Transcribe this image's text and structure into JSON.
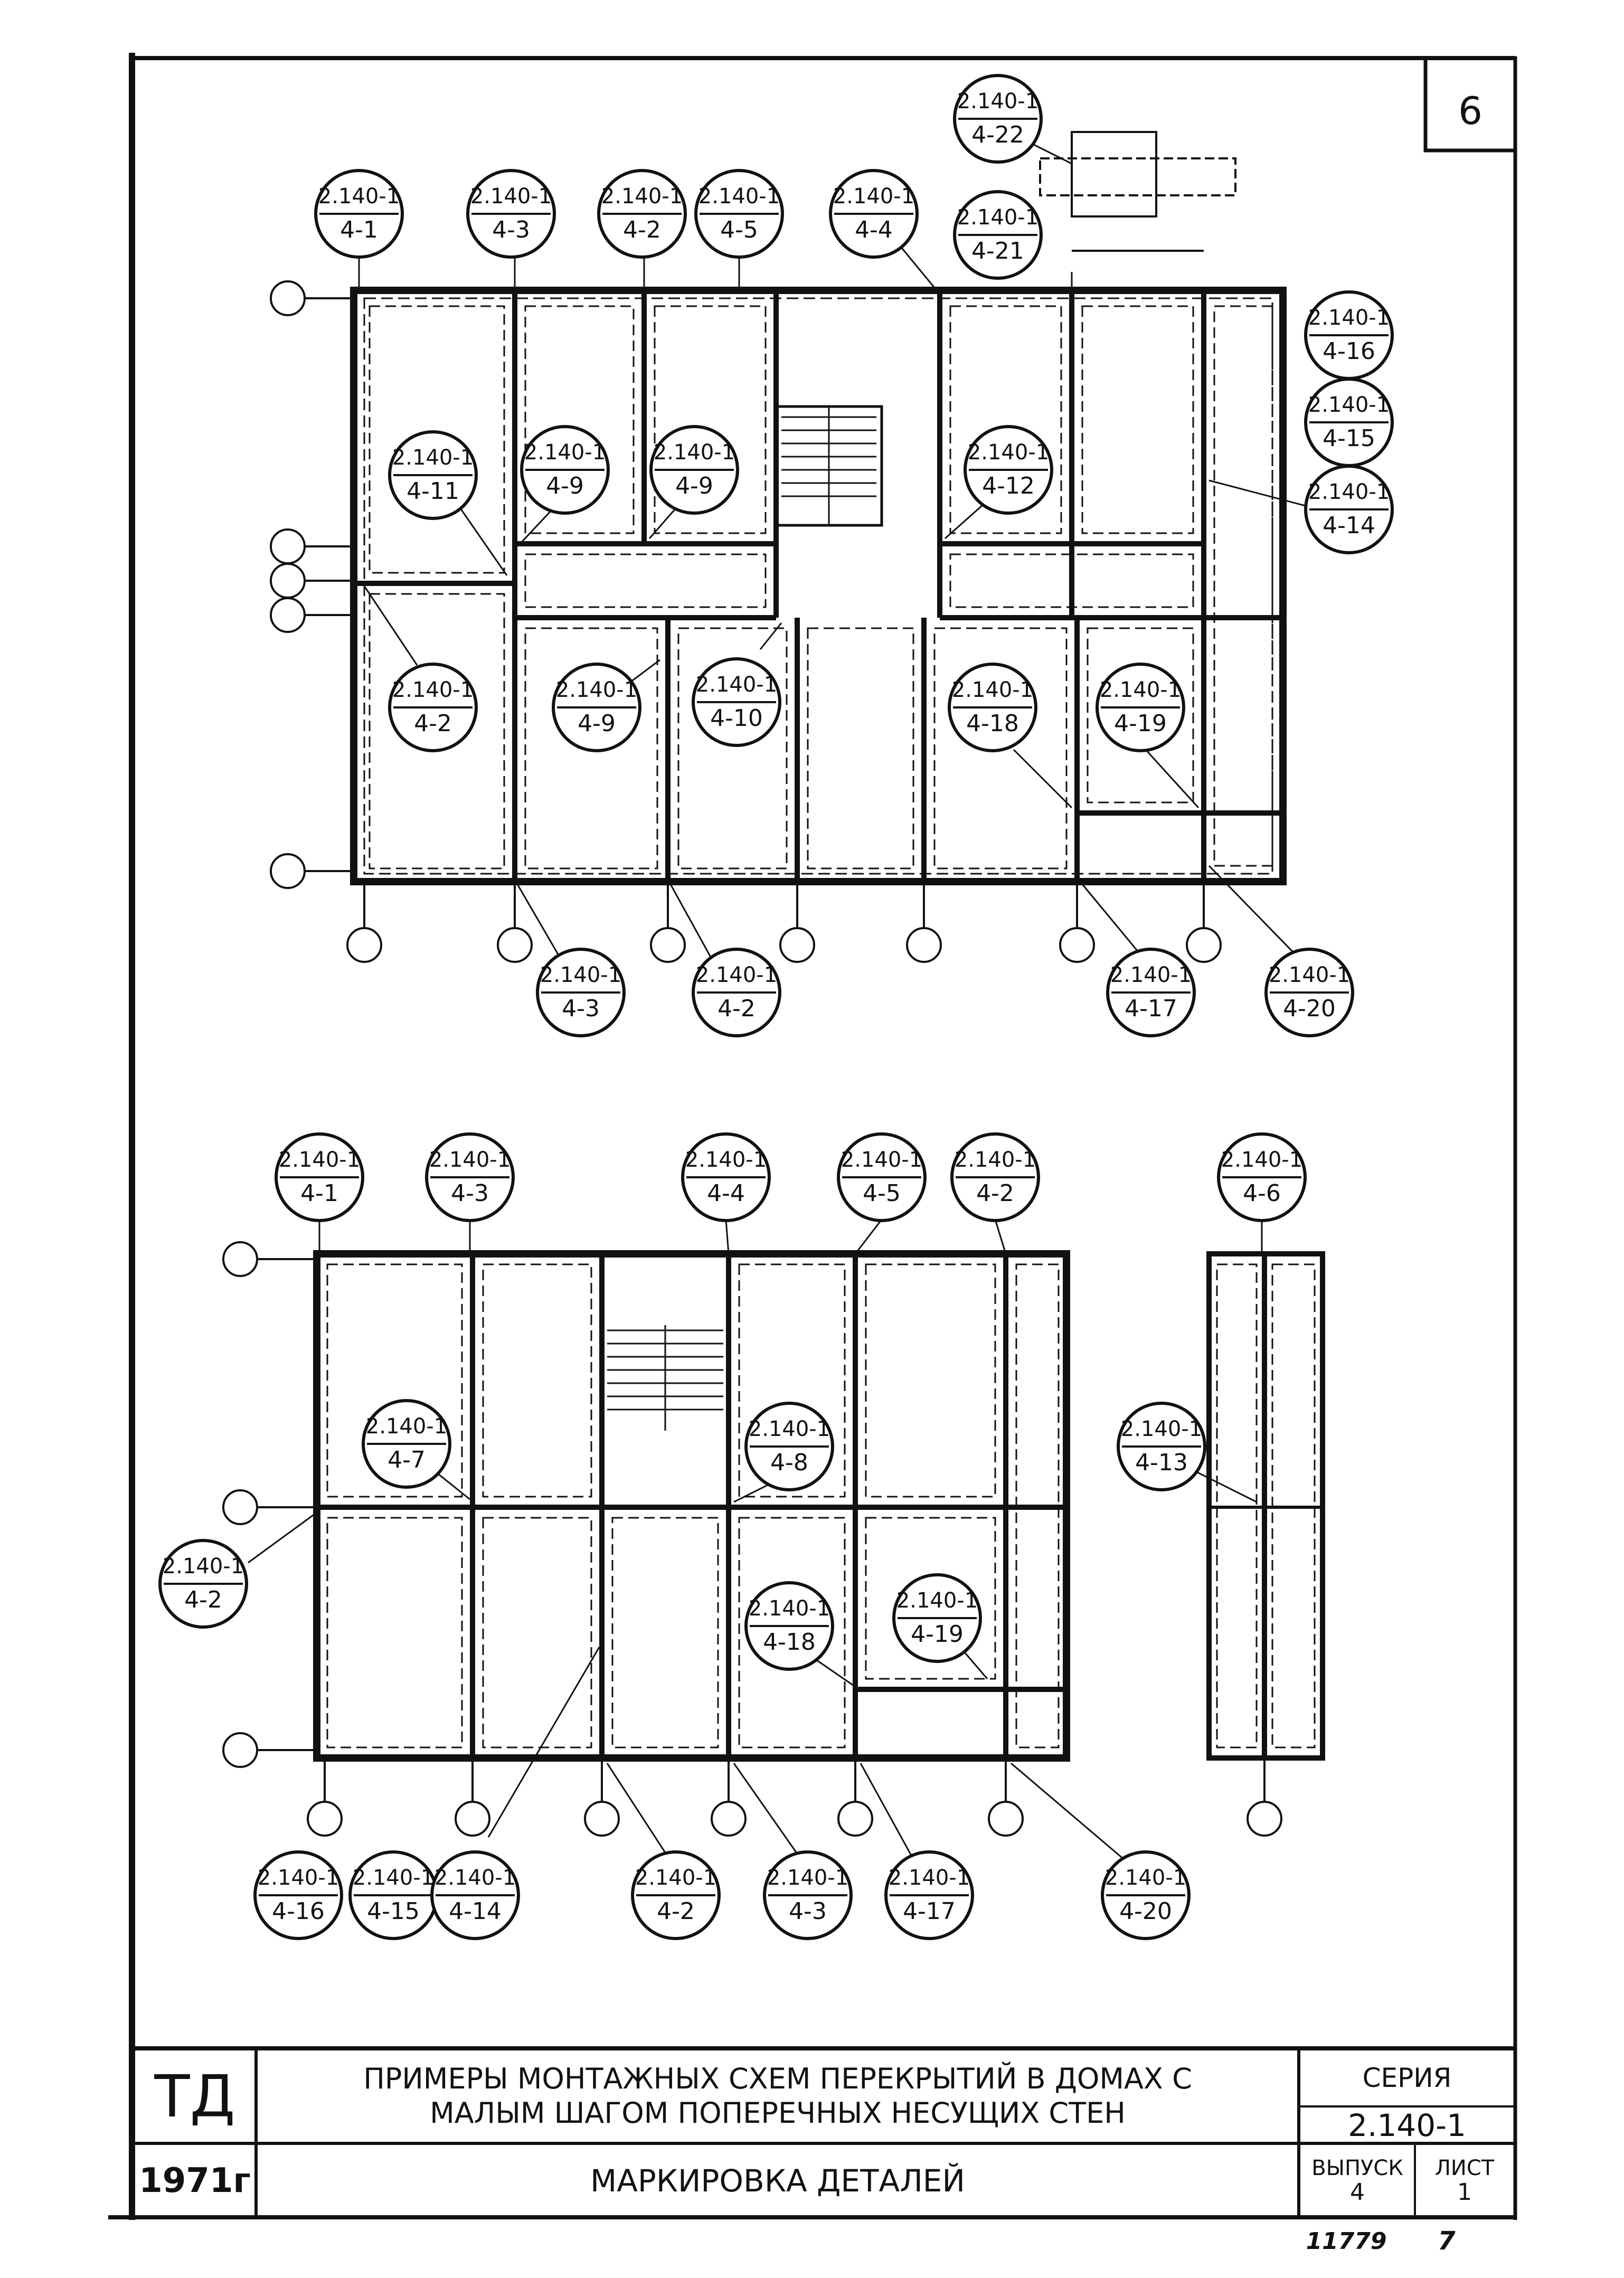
{
  "sheet_number": "6",
  "callouts": {
    "plan1": [
      {
        "series": "2.140-1",
        "detail": "4-1"
      },
      {
        "series": "2.140-1",
        "detail": "4-3"
      },
      {
        "series": "2.140-1",
        "detail": "4-2"
      },
      {
        "series": "2.140-1",
        "detail": "4-5"
      },
      {
        "series": "2.140-1",
        "detail": "4-4"
      },
      {
        "series": "2.140-1",
        "detail": "4-22"
      },
      {
        "series": "2.140-1",
        "detail": "4-21"
      },
      {
        "series": "2.140-1",
        "detail": "4-16"
      },
      {
        "series": "2.140-1",
        "detail": "4-15"
      },
      {
        "series": "2.140-1",
        "detail": "4-14"
      },
      {
        "series": "2.140-1",
        "detail": "4-11"
      },
      {
        "series": "2.140-1",
        "detail": "4-9"
      },
      {
        "series": "2.140-1",
        "detail": "4-9"
      },
      {
        "series": "2.140-1",
        "detail": "4-12"
      },
      {
        "series": "2.140-1",
        "detail": "4-2"
      },
      {
        "series": "2.140-1",
        "detail": "4-9"
      },
      {
        "series": "2.140-1",
        "detail": "4-10"
      },
      {
        "series": "2.140-1",
        "detail": "4-18"
      },
      {
        "series": "2.140-1",
        "detail": "4-19"
      },
      {
        "series": "2.140-1",
        "detail": "4-3"
      },
      {
        "series": "2.140-1",
        "detail": "4-2"
      },
      {
        "series": "2.140-1",
        "detail": "4-17"
      },
      {
        "series": "2.140-1",
        "detail": "4-20"
      }
    ],
    "plan2": [
      {
        "series": "2.140-1",
        "detail": "4-1"
      },
      {
        "series": "2.140-1",
        "detail": "4-3"
      },
      {
        "series": "2.140-1",
        "detail": "4-4"
      },
      {
        "series": "2.140-1",
        "detail": "4-5"
      },
      {
        "series": "2.140-1",
        "detail": "4-2"
      },
      {
        "series": "2.140-1",
        "detail": "4-6"
      },
      {
        "series": "2.140-1",
        "detail": "4-7"
      },
      {
        "series": "2.140-1",
        "detail": "4-8"
      },
      {
        "series": "2.140-1",
        "detail": "4-13"
      },
      {
        "series": "2.140-1",
        "detail": "4-2"
      },
      {
        "series": "2.140-1",
        "detail": "4-18"
      },
      {
        "series": "2.140-1",
        "detail": "4-19"
      },
      {
        "series": "2.140-1",
        "detail": "4-16"
      },
      {
        "series": "2.140-1",
        "detail": "4-15"
      },
      {
        "series": "2.140-1",
        "detail": "4-14"
      },
      {
        "series": "2.140-1",
        "detail": "4-2"
      },
      {
        "series": "2.140-1",
        "detail": "4-3"
      },
      {
        "series": "2.140-1",
        "detail": "4-17"
      },
      {
        "series": "2.140-1",
        "detail": "4-20"
      }
    ]
  },
  "title_block": {
    "org": "ТД",
    "year": "1971г",
    "title_line1": "ПРИМЕРЫ МОНТАЖНЫХ СХЕМ ПЕРЕКРЫТИЙ В ДОМАХ С",
    "title_line2": "МАЛЫМ ШАГОМ ПОПЕРЕЧНЫХ НЕСУЩИХ СТЕН",
    "subtitle": "МАРКИРОВКА ДЕТАЛЕЙ",
    "series_label": "СЕРИЯ",
    "series_value": "2.140-1",
    "issue_label": "ВЫПУСК",
    "issue_value": "4",
    "sheet_label": "ЛИСТ",
    "sheet_value": "1"
  },
  "footer": {
    "inventory": "11779",
    "page": "7"
  }
}
